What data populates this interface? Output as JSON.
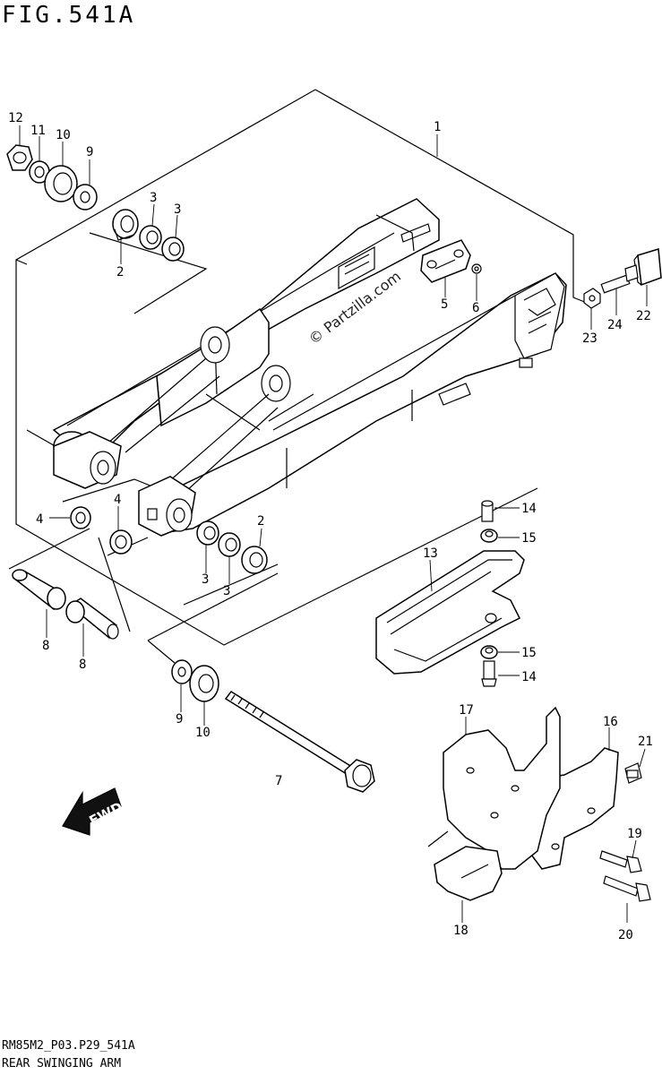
{
  "figure": {
    "title": "FIG.541A",
    "model_code": "RM85M2_P03.P29_541A",
    "caption": "REAR SWINGING ARM",
    "watermark": "© Partzilla.com",
    "fwd_label": "FWD"
  },
  "callouts": [
    {
      "id": "c1",
      "label": "1"
    },
    {
      "id": "c2a",
      "label": "2"
    },
    {
      "id": "c2b",
      "label": "2"
    },
    {
      "id": "c3a",
      "label": "3"
    },
    {
      "id": "c3b",
      "label": "3"
    },
    {
      "id": "c3c",
      "label": "3"
    },
    {
      "id": "c3d",
      "label": "3"
    },
    {
      "id": "c4a",
      "label": "4"
    },
    {
      "id": "c4b",
      "label": "4"
    },
    {
      "id": "c5",
      "label": "5"
    },
    {
      "id": "c6",
      "label": "6"
    },
    {
      "id": "c7",
      "label": "7"
    },
    {
      "id": "c8a",
      "label": "8"
    },
    {
      "id": "c8b",
      "label": "8"
    },
    {
      "id": "c9a",
      "label": "9"
    },
    {
      "id": "c9b",
      "label": "9"
    },
    {
      "id": "c10a",
      "label": "10"
    },
    {
      "id": "c10b",
      "label": "10"
    },
    {
      "id": "c11",
      "label": "11"
    },
    {
      "id": "c12",
      "label": "12"
    },
    {
      "id": "c13",
      "label": "13"
    },
    {
      "id": "c14a",
      "label": "14"
    },
    {
      "id": "c14b",
      "label": "14"
    },
    {
      "id": "c15a",
      "label": "15"
    },
    {
      "id": "c15b",
      "label": "15"
    },
    {
      "id": "c16",
      "label": "16"
    },
    {
      "id": "c17",
      "label": "17"
    },
    {
      "id": "c18",
      "label": "18"
    },
    {
      "id": "c19",
      "label": "19"
    },
    {
      "id": "c20",
      "label": "20"
    },
    {
      "id": "c21",
      "label": "21"
    },
    {
      "id": "c22",
      "label": "22"
    },
    {
      "id": "c23",
      "label": "23"
    },
    {
      "id": "c24",
      "label": "24"
    }
  ]
}
